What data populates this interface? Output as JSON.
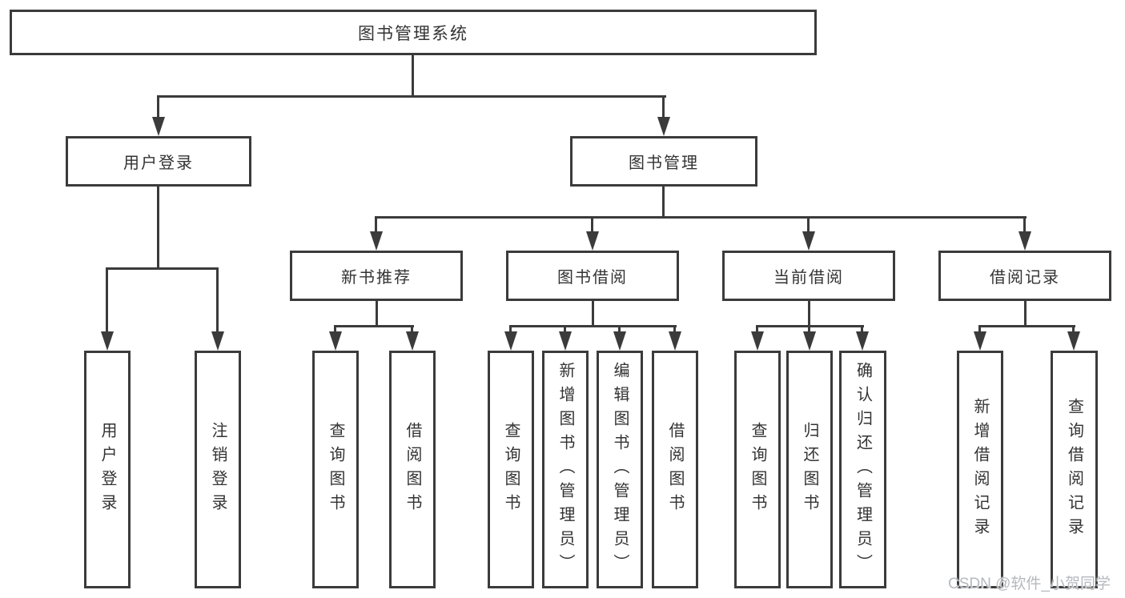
{
  "tree": {
    "root": {
      "label": "图书管理系统"
    },
    "user": {
      "label": "用户登录",
      "children": [
        {
          "label": "用户登录"
        },
        {
          "label": "注销登录"
        }
      ]
    },
    "book": {
      "label": "图书管理",
      "children": [
        {
          "label": "新书推荐",
          "children": [
            {
              "label": "查询图书"
            },
            {
              "label": "借阅图书"
            }
          ]
        },
        {
          "label": "图书借阅",
          "children": [
            {
              "label": "查询图书"
            },
            {
              "label": "新增图书（管理员）"
            },
            {
              "label": "编辑图书（管理员）"
            },
            {
              "label": "借阅图书"
            }
          ]
        },
        {
          "label": "当前借阅",
          "children": [
            {
              "label": "查询图书"
            },
            {
              "label": "归还图书"
            },
            {
              "label": "确认归还（管理员）"
            }
          ]
        },
        {
          "label": "借阅记录",
          "children": [
            {
              "label": "新增借阅记录"
            },
            {
              "label": "查询借阅记录"
            }
          ]
        }
      ]
    }
  },
  "watermark": {
    "text": "CSDN @软件_小贺同学"
  },
  "colors": {
    "line": "#3b3b3b",
    "text": "#333333",
    "background": "#ffffff",
    "watermark": "#b5b9bf"
  }
}
